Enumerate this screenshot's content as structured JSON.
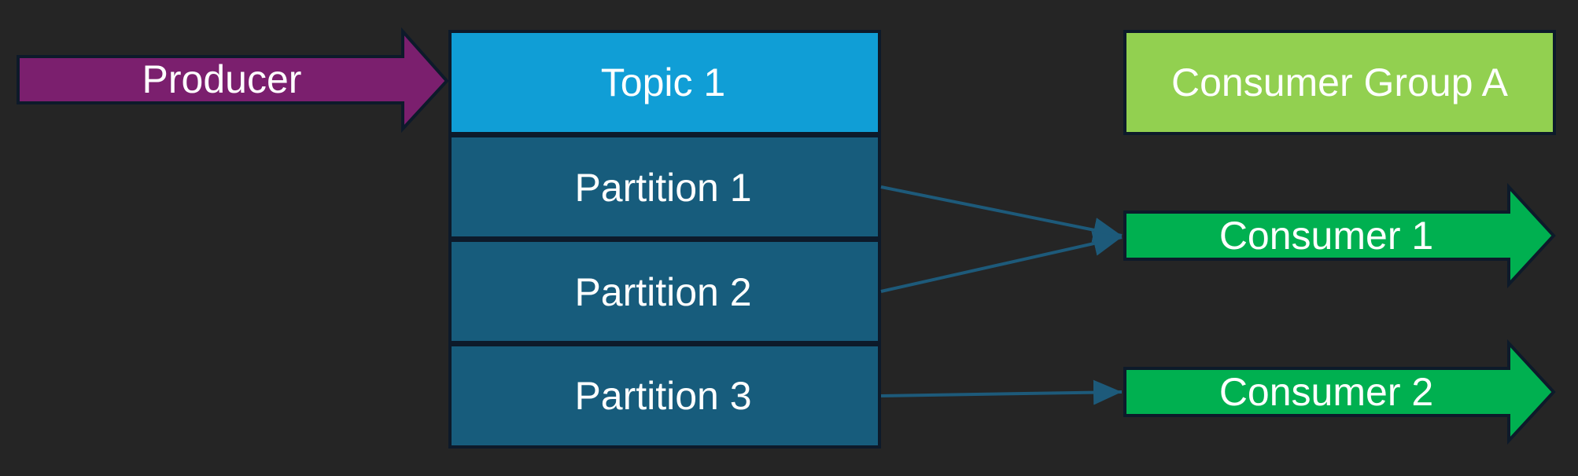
{
  "diagram": {
    "producer": {
      "label": "Producer",
      "color": "#7b1f6e"
    },
    "topic": {
      "label": "Topic 1",
      "color": "#109ed6"
    },
    "partitions": [
      {
        "label": "Partition 1"
      },
      {
        "label": "Partition 2"
      },
      {
        "label": "Partition 3"
      }
    ],
    "partition_color": "#175c7c",
    "consumer_group": {
      "label": "Consumer Group A",
      "color": "#92d050"
    },
    "consumers": [
      {
        "label": "Consumer 1"
      },
      {
        "label": "Consumer 2"
      }
    ],
    "consumer_color": "#00b050",
    "connections": [
      {
        "from": "Partition 1",
        "to": "Consumer 1"
      },
      {
        "from": "Partition 2",
        "to": "Consumer 1"
      },
      {
        "from": "Partition 3",
        "to": "Consumer 2"
      }
    ],
    "connector_color": "#1d5a7a",
    "background_color": "#252525"
  }
}
